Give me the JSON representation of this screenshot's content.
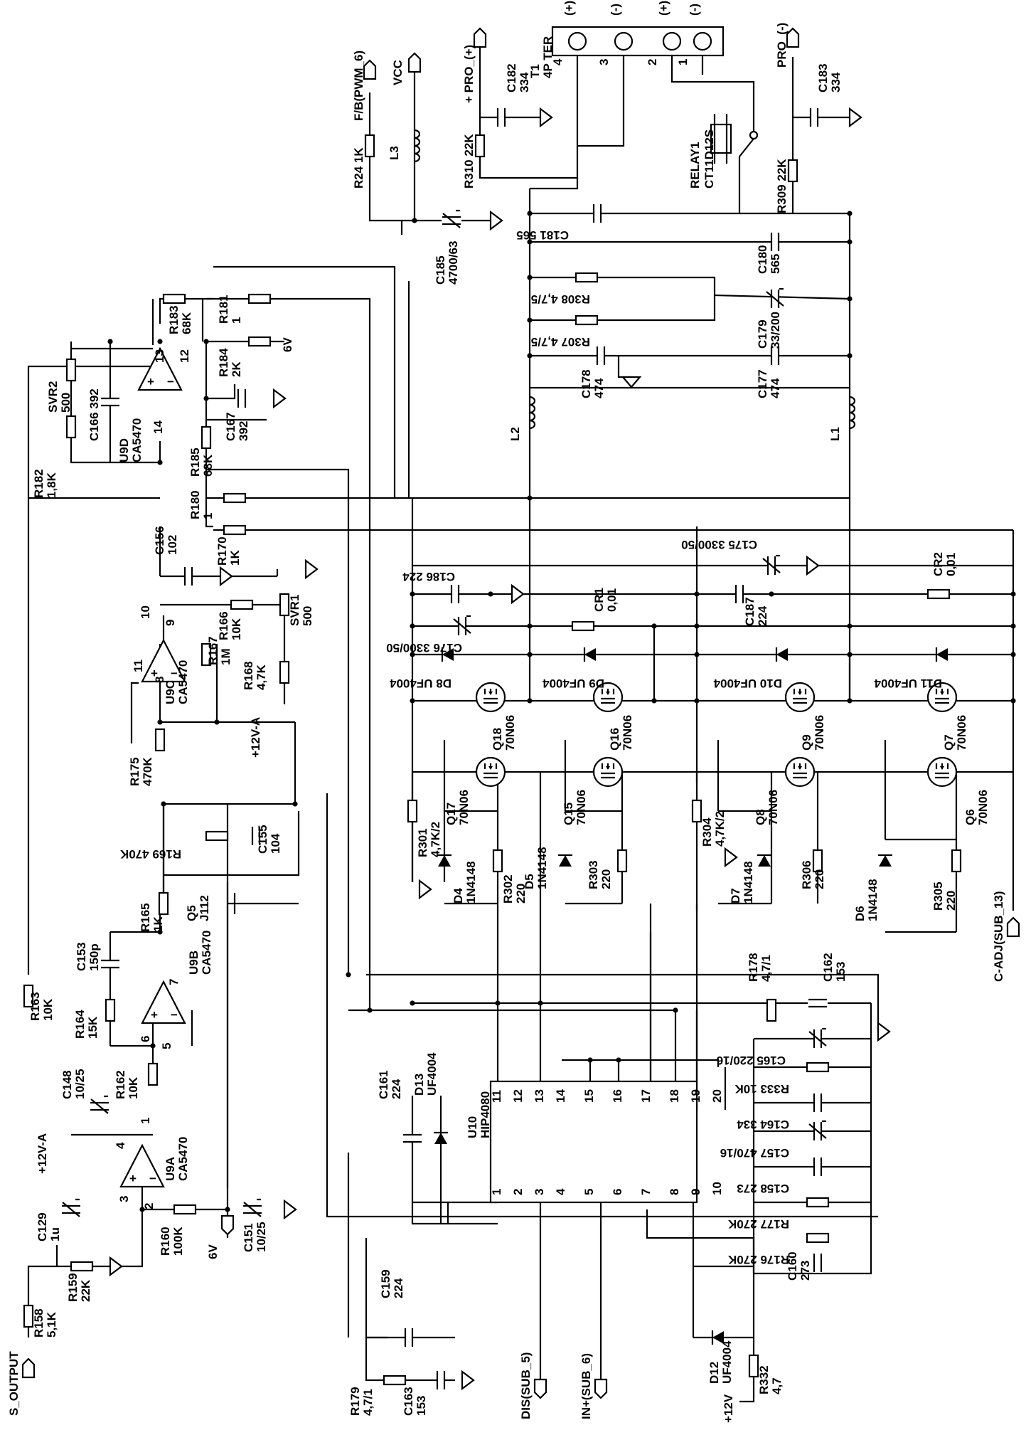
{
  "ic": {
    "u10": {
      "ref": "U10",
      "part": "HIP4080",
      "pins_left": [
        "1",
        "2",
        "3",
        "4",
        "5",
        "6",
        "7",
        "8",
        "9",
        "10"
      ],
      "pins_right": [
        "11",
        "12",
        "13",
        "14",
        "15",
        "16",
        "17",
        "18",
        "19",
        "20"
      ]
    },
    "u9a": {
      "ref": "U9A",
      "part": "CA5470",
      "pins": [
        "1",
        "2",
        "3",
        "4"
      ]
    },
    "u9b": {
      "ref": "U9B",
      "part": "CA5470",
      "pins": [
        "5",
        "6",
        "7"
      ]
    },
    "u9c": {
      "ref": "U9C",
      "part": "CA5470",
      "pins": [
        "8",
        "9",
        "10",
        "11"
      ]
    },
    "u9d": {
      "ref": "U9D",
      "part": "CA5470",
      "pins": [
        "12",
        "13",
        "14"
      ]
    }
  },
  "resistors": [
    {
      "ref": "R24",
      "value": "1K"
    },
    {
      "ref": "R310",
      "value": "22K"
    },
    {
      "ref": "R309",
      "value": "22K"
    },
    {
      "ref": "R308",
      "value": "4,7/5"
    },
    {
      "ref": "R307",
      "value": "4,7/5"
    },
    {
      "ref": "R183",
      "value": "68K"
    },
    {
      "ref": "R181",
      "value": "1"
    },
    {
      "ref": "R184",
      "value": "2K"
    },
    {
      "ref": "R185",
      "value": "68K"
    },
    {
      "ref": "R182",
      "value": "1,8K"
    },
    {
      "ref": "R180",
      "value": "1"
    },
    {
      "ref": "R170",
      "value": "1K"
    },
    {
      "ref": "R166",
      "value": "10K"
    },
    {
      "ref": "R167",
      "value": "1M"
    },
    {
      "ref": "R168",
      "value": "4,7K"
    },
    {
      "ref": "R175",
      "value": "470K"
    },
    {
      "ref": "R169",
      "value": "470K"
    },
    {
      "ref": "R165",
      "value": "1K"
    },
    {
      "ref": "R164",
      "value": "15K"
    },
    {
      "ref": "R163",
      "value": "10K"
    },
    {
      "ref": "R162",
      "value": "10K"
    },
    {
      "ref": "R160",
      "value": "100K"
    },
    {
      "ref": "R159",
      "value": "22K"
    },
    {
      "ref": "R158",
      "value": "5,1K"
    },
    {
      "ref": "R301",
      "value": "4,7K/2"
    },
    {
      "ref": "R302",
      "value": "220"
    },
    {
      "ref": "R303",
      "value": "220"
    },
    {
      "ref": "R304",
      "value": "4,7K/2"
    },
    {
      "ref": "R306",
      "value": "220"
    },
    {
      "ref": "R305",
      "value": "220"
    },
    {
      "ref": "R178",
      "value": "4,7/1"
    },
    {
      "ref": "R333",
      "value": "10K"
    },
    {
      "ref": "R177",
      "value": "270K"
    },
    {
      "ref": "R176",
      "value": "270K"
    },
    {
      "ref": "R179",
      "value": "4,7/1"
    },
    {
      "ref": "R332",
      "value": "4,7"
    },
    {
      "ref": "CR1",
      "value": "0,01"
    },
    {
      "ref": "CR2",
      "value": "0,01"
    }
  ],
  "capacitors": [
    {
      "ref": "C182",
      "value": "334"
    },
    {
      "ref": "C183",
      "value": "334"
    },
    {
      "ref": "C181",
      "value": "565"
    },
    {
      "ref": "C185",
      "value": "4700/63"
    },
    {
      "ref": "C180",
      "value": "565"
    },
    {
      "ref": "C179",
      "value": "33/200"
    },
    {
      "ref": "C178",
      "value": "474"
    },
    {
      "ref": "C177",
      "value": "474"
    },
    {
      "ref": "C166",
      "value": "392"
    },
    {
      "ref": "C167",
      "value": "392"
    },
    {
      "ref": "C156",
      "value": "102"
    },
    {
      "ref": "C186",
      "value": "224"
    },
    {
      "ref": "C175",
      "value": "3300/50"
    },
    {
      "ref": "C187",
      "value": "224"
    },
    {
      "ref": "C176",
      "value": "3300/50"
    },
    {
      "ref": "C155",
      "value": "104"
    },
    {
      "ref": "C153",
      "value": "150p"
    },
    {
      "ref": "C148",
      "value": "10/25"
    },
    {
      "ref": "C151",
      "value": "10/25"
    },
    {
      "ref": "C129",
      "value": "1u"
    },
    {
      "ref": "C161",
      "value": "224"
    },
    {
      "ref": "C162",
      "value": "153"
    },
    {
      "ref": "C165",
      "value": "220/16"
    },
    {
      "ref": "C164",
      "value": "334"
    },
    {
      "ref": "C157",
      "value": "470/16"
    },
    {
      "ref": "C158",
      "value": "273"
    },
    {
      "ref": "C160",
      "value": "273"
    },
    {
      "ref": "C159",
      "value": "224"
    },
    {
      "ref": "C163",
      "value": "153"
    }
  ],
  "semis": [
    {
      "ref": "D8",
      "value": "UF4004"
    },
    {
      "ref": "D9",
      "value": "UF4004"
    },
    {
      "ref": "D10",
      "value": "UF4004"
    },
    {
      "ref": "D11",
      "value": "UF4004"
    },
    {
      "ref": "D4",
      "value": "1N4148"
    },
    {
      "ref": "D5",
      "value": "1N4148"
    },
    {
      "ref": "D6",
      "value": "1N4148"
    },
    {
      "ref": "D7",
      "value": "1N4148"
    },
    {
      "ref": "D12",
      "value": "UF4004"
    },
    {
      "ref": "D13",
      "value": "UF4004"
    },
    {
      "ref": "Q18",
      "value": "70N06"
    },
    {
      "ref": "Q16",
      "value": "70N06"
    },
    {
      "ref": "Q17",
      "value": "70N06"
    },
    {
      "ref": "Q15",
      "value": "70N06"
    },
    {
      "ref": "Q9",
      "value": "70N06"
    },
    {
      "ref": "Q7",
      "value": "70N06"
    },
    {
      "ref": "Q8",
      "value": "70N06"
    },
    {
      "ref": "Q6",
      "value": "70N06"
    },
    {
      "ref": "Q5",
      "value": "J112"
    }
  ],
  "magnetics": [
    {
      "ref": "L1"
    },
    {
      "ref": "L2"
    },
    {
      "ref": "L3"
    },
    {
      "ref": "RELAY1",
      "value": "CT11D12S"
    },
    {
      "ref": "SVR1",
      "value": "500"
    },
    {
      "ref": "SVR2",
      "value": "500"
    }
  ],
  "connector": {
    "ref": "T1",
    "type": "4P TER",
    "pins": [
      "4",
      "3",
      "2",
      "1"
    ],
    "polarity": [
      "(+)",
      "(-)",
      "(+)",
      "(-)"
    ]
  },
  "nets": {
    "vcc": "VCC",
    "pwm": "F/B(PWM_6)",
    "pro_plus": "+ PRO_(+)",
    "pro_minus": "PRO_(-)",
    "s_output": "S_OUTPUT",
    "six_v": "6V",
    "v12a": "+12V-A",
    "v12": "+12V",
    "dis": "DIS(SUB_5)",
    "in_plus": "IN+(SUB_6)",
    "c_adj": "C-ADJ(SUB_13)"
  }
}
